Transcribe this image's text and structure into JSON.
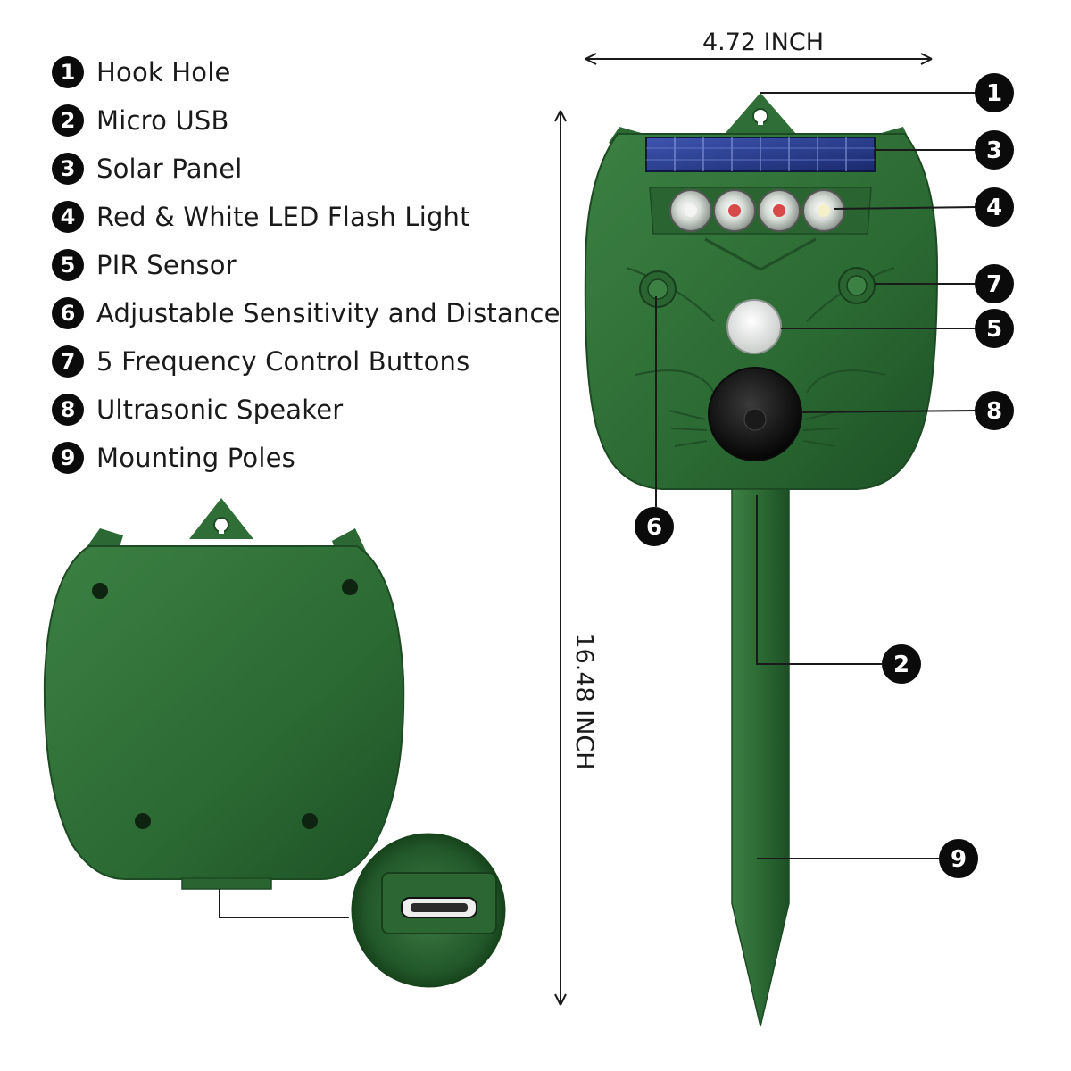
{
  "legend": [
    {
      "num": "1",
      "label": "Hook Hole"
    },
    {
      "num": "2",
      "label": "Micro USB"
    },
    {
      "num": "3",
      "label": "Solar Panel"
    },
    {
      "num": "4",
      "label": "Red & White LED Flash Light"
    },
    {
      "num": "5",
      "label": "PIR Sensor"
    },
    {
      "num": "6",
      "label": "Adjustable Sensitivity and Distance"
    },
    {
      "num": "7",
      "label": "5 Frequency Control Buttons"
    },
    {
      "num": "8",
      "label": "Ultrasonic Speaker"
    },
    {
      "num": "9",
      "label": "Mounting Poles"
    }
  ],
  "dimensions": {
    "width": "4.72 INCH",
    "height": "16.48 INCH"
  },
  "callouts": [
    "1",
    "2",
    "3",
    "4",
    "5",
    "6",
    "7",
    "8",
    "9"
  ],
  "colors": {
    "body_green": "#2e6b35",
    "body_dark": "#1f5228",
    "badge": "#0b0b0b",
    "solar_blue": "#283a8a"
  }
}
